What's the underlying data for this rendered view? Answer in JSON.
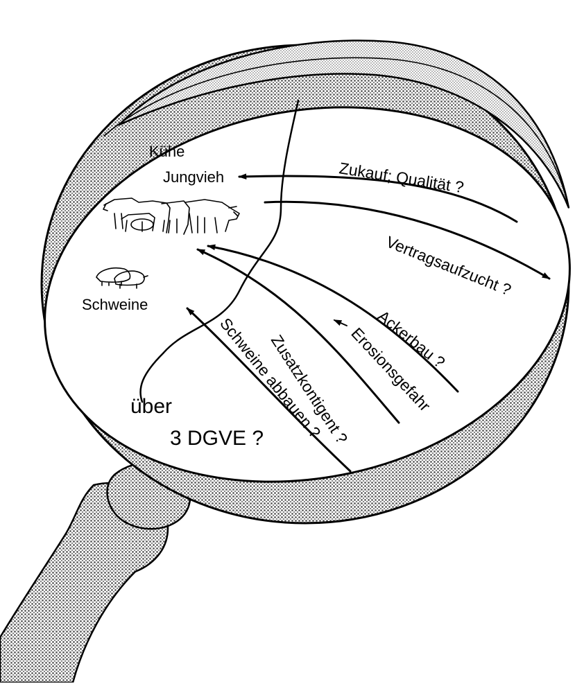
{
  "labels": {
    "kuehe": "Kühe",
    "jungvieh": "Jungvieh",
    "schweine": "Schweine",
    "zukauf": "Zukauf; Qualität ?",
    "vertragsaufzucht": "Vertragsaufzucht ?",
    "ackerbau": "Ackerbau ?",
    "erosionsgefahr": "Erosionsgefahr",
    "zusatzkontigent": "Zusatzkontigent ?",
    "schweine_abbauen": "Schweine abbauen ?",
    "ueber": "über",
    "dgve": "3 DGVE ?"
  },
  "colors": {
    "ink": "#000000",
    "dot_fill": "#555555",
    "paper": "#ffffff"
  },
  "icons": [
    "magnifying-glass-icon",
    "cattle-herd-icon",
    "pigs-icon"
  ]
}
